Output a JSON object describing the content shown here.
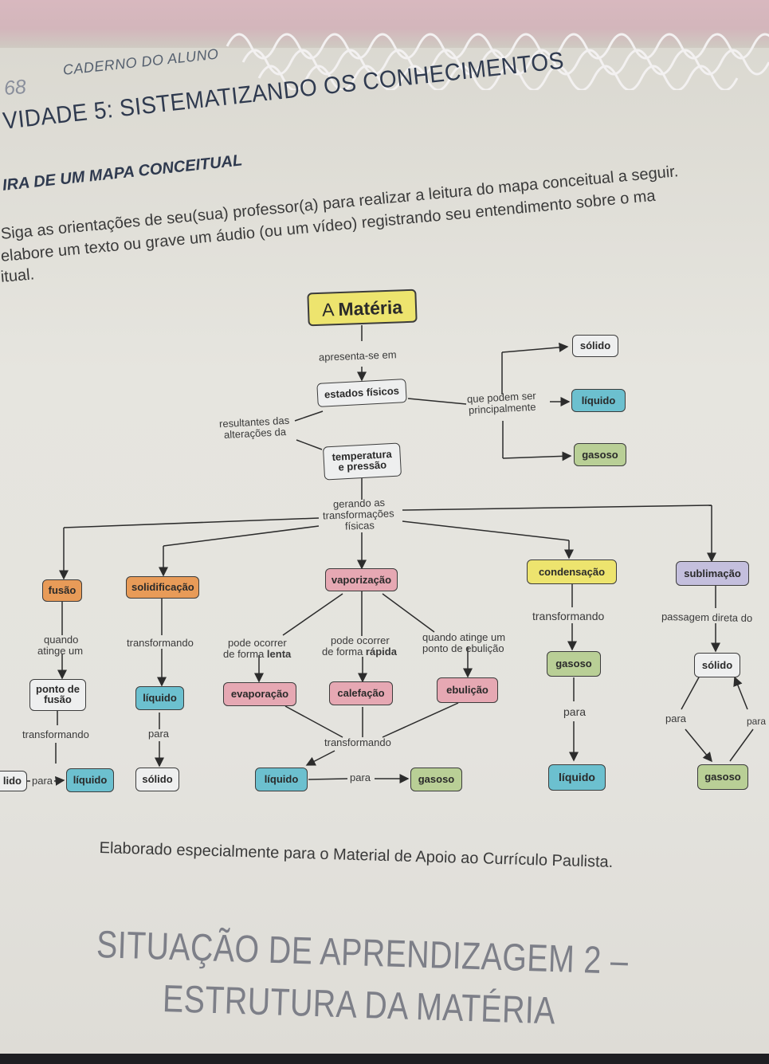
{
  "header": {
    "page_number": "68",
    "book": "CADERNO DO ALUNO"
  },
  "activity_title": "VIDADE 5: SISTEMATIZANDO OS CONHECIMENTOS",
  "section_title": "IRA DE UM MAPA CONCEITUAL",
  "instructions": [
    "Siga as orientações de seu(sua) professor(a) para realizar a leitura do mapa conceitual a seguir.",
    "elabore um texto ou grave um áudio (ou um vídeo) registrando seu entendimento sobre o ma",
    "itual."
  ],
  "concept_map": {
    "nodes": {
      "materia": {
        "prefix": "A ",
        "bold": "Matéria"
      },
      "estados": "estados físicos",
      "temperatura": [
        "temperatura",
        "e pressão"
      ],
      "solido_top": "sólido",
      "liquido_top": "líquido",
      "gasoso_top": "gasoso",
      "fusao": "fusão",
      "solidificacao": "solidificação",
      "vaporizacao": "vaporização",
      "condensacao": "condensação",
      "sublimacao": "sublimação",
      "ponto_fusao": [
        "ponto de",
        "fusão"
      ],
      "solido_left": "lido",
      "liquido_fusao": "líquido",
      "liquido_solid": "líquido",
      "solido_solid": "sólido",
      "evaporacao": "evaporação",
      "calefacao": "calefação",
      "ebulicao": "ebulição",
      "liquido_vap": "líquido",
      "gasoso_vap": "gasoso",
      "gasoso_cond": "gasoso",
      "liquido_cond": "líquido",
      "solido_sub": "sólido",
      "gasoso_sub": "gasoso"
    },
    "labels": {
      "apresenta": "apresenta-se em",
      "resultantes": [
        "resultantes das",
        "alterações da"
      ],
      "que_podem": [
        "que podem ser",
        "principalmente"
      ],
      "gerando": [
        "gerando as",
        "transformações",
        "físicas"
      ],
      "quando_atinge_um": [
        "quando",
        "atinge um"
      ],
      "transformando_solid": "transformando",
      "pode_lenta": [
        "pode ocorrer",
        "de forma ",
        "lenta"
      ],
      "pode_rapida": [
        "pode ocorrer",
        "de forma ",
        "rápida"
      ],
      "quando_ebulicao": [
        "quando atinge um",
        "ponto de ebulição"
      ],
      "transformando_cond": "transformando",
      "passagem": "passagem direta do",
      "transformando_fusao": "transformando",
      "para_solid": "para",
      "para_left": "para",
      "transformando_vap": "transformando",
      "para_vap": "para",
      "para_cond": "para",
      "para_sub_left": "para",
      "para_sub_right": "para"
    }
  },
  "caption": "Elaborado especialmente para o Material de Apoio ao Currículo Paulista.",
  "next_section": [
    "SITUAÇÃO DE APRENDIZAGEM 2 –",
    "ESTRUTURA DA MATÉRIA"
  ]
}
